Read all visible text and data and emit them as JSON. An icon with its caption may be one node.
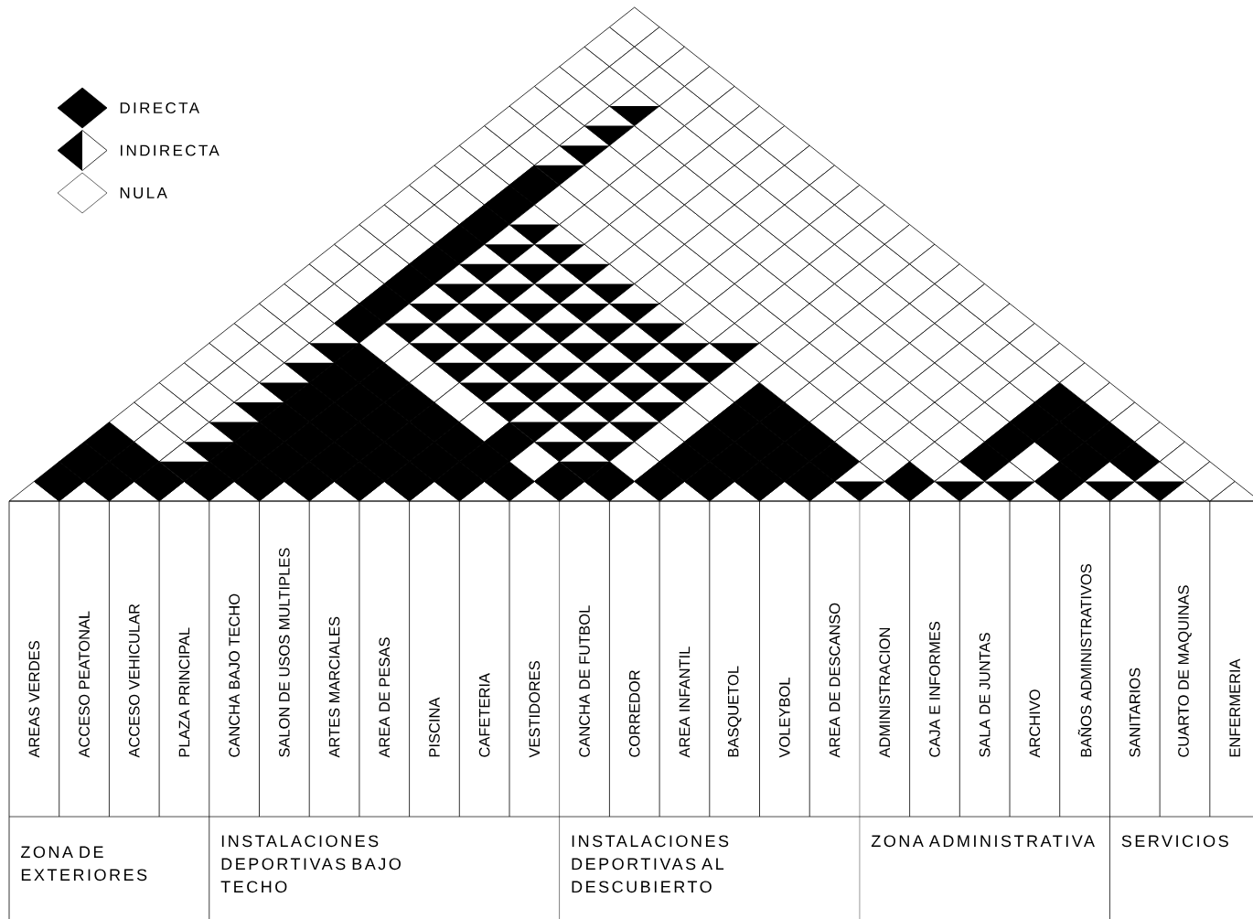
{
  "diagram": {
    "labels": [
      "AREAS VERDES",
      "ACCESO PEATONAL",
      "ACCESO VEHICULAR",
      "PLAZA PRINCIPAL",
      "CANCHA BAJO TECHO",
      "SALON DE USOS MULTIPLES",
      "ARTES MARCIALES",
      "AREA DE PESAS",
      "PISCINA",
      "CAFETERIA",
      "VESTIDORES",
      "CANCHA DE FUTBOL",
      "CORREDOR",
      "AREA INFANTIL",
      "BASQUETOL",
      "VOLEYBOL",
      "AREA DE DESCANSO",
      "ADMINISTRACION",
      "CAJA E INFORMES",
      "SALA DE JUNTAS",
      "ARCHIVO",
      "BAÑOS ADMINISTRATIVOS",
      "SANITARIOS",
      "CUARTO DE MAQUINAS",
      "ENFERMERIA",
      "ZONA DE EXTERIORES",
      "INSTALACIONES DEPORTIVAS BAJO TECHO",
      "INSTALACIONES DEPORTIVAS AL DESCUBIERTO",
      "ZONA ADMINISTRATIVA",
      "SERVICIOS"
    ],
    "legend": [
      {
        "text": "DIRECTA"
      },
      {
        "text": "INDIRECTA"
      },
      {
        "text": "NULA"
      }
    ]
  }
}
